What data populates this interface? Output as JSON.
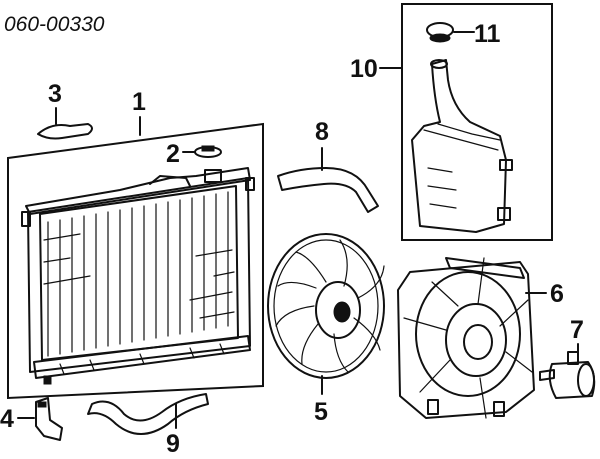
{
  "diagram_code": "060-00330",
  "callouts": {
    "radiator": "1",
    "cap": "2",
    "seal": "3",
    "bracket": "4",
    "fan": "5",
    "shroud": "6",
    "motor": "7",
    "upper_hose": "8",
    "lower_hose": "9",
    "reservoir": "10",
    "reservoir_cap": "11"
  }
}
